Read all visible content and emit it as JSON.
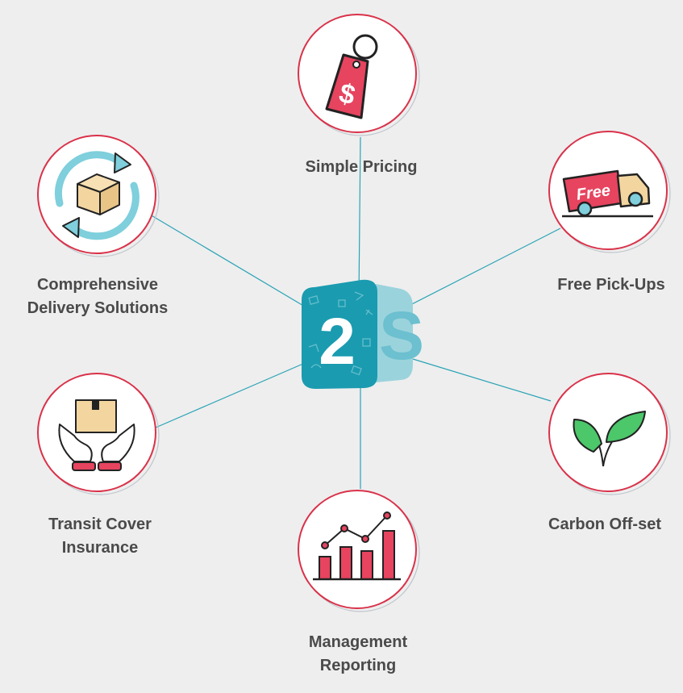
{
  "center_logo": {
    "digit": "2",
    "letter": "S",
    "tile_color": "#1a9bb0",
    "side_color": "#9bd3dc",
    "pattern_color": "#7fcad6"
  },
  "colors": {
    "background": "#eeeeee",
    "connector": "#2aa3b6",
    "ring_red": "#d9324a",
    "ring_outer": "#bfc6cc",
    "accent_red": "#e6445f",
    "accent_blue": "#7fcfdc",
    "box_tan": "#f2d59f",
    "leaf_green": "#4cc76a",
    "label_text": "#4a4a4a"
  },
  "features": {
    "pricing": {
      "line1": "Simple Pricing",
      "line2": "",
      "icon": "price-tag-icon",
      "tag_symbol": "$"
    },
    "pickups": {
      "line1": "Free Pick-Ups",
      "line2": "",
      "icon": "delivery-truck-icon",
      "truck_text": "Free"
    },
    "carbon": {
      "line1": "Carbon Off-set",
      "line2": "",
      "icon": "leaves-icon"
    },
    "reporting": {
      "line1": "Management",
      "line2": "Reporting",
      "icon": "bar-chart-icon"
    },
    "insurance": {
      "line1": "Transit Cover",
      "line2": "Insurance",
      "icon": "hands-box-icon"
    },
    "delivery": {
      "line1": "Comprehensive",
      "line2": "Delivery Solutions",
      "icon": "box-cycle-icon"
    }
  }
}
